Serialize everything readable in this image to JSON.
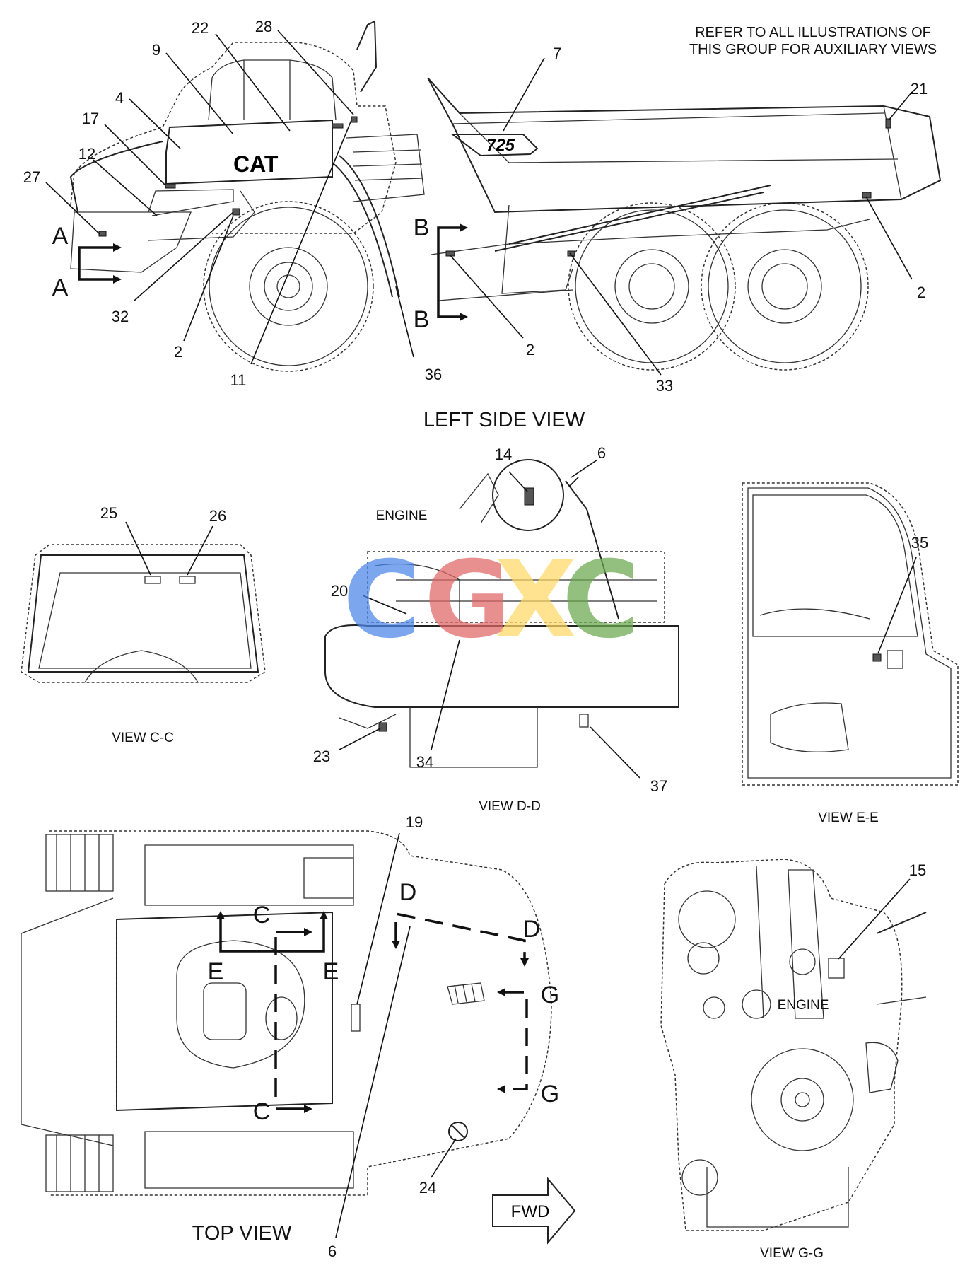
{
  "note": {
    "line1": "REFER TO ALL ILLUSTRATIONS OF",
    "line2": "THIS GROUP FOR AUXILIARY VIEWS"
  },
  "views": {
    "left_side": "LEFT SIDE VIEW",
    "view_cc": "VIEW C-C",
    "view_dd": "VIEW D-D",
    "view_ee": "VIEW E-E",
    "top": "TOP VIEW",
    "view_gg": "VIEW G-G"
  },
  "labels": {
    "engine_dd": "ENGINE",
    "engine_gg": "ENGINE",
    "fwd": "FWD",
    "brand": "CAT",
    "model": "725"
  },
  "section_markers": {
    "a": "A",
    "b": "B",
    "c": "C",
    "d": "D",
    "e": "E",
    "g": "G"
  },
  "callouts": {
    "left_side": [
      "22",
      "28",
      "9",
      "4",
      "17",
      "12",
      "27",
      "32",
      "2",
      "11",
      "7",
      "21",
      "36",
      "2",
      "33",
      "2"
    ],
    "view_cc": [
      "25",
      "26"
    ],
    "view_dd": [
      "14",
      "6",
      "20",
      "23",
      "34",
      "37"
    ],
    "view_ee": [
      "35"
    ],
    "top": [
      "19",
      "24",
      "6"
    ],
    "view_gg": [
      "15"
    ]
  },
  "watermark": {
    "letters": [
      "C",
      "G",
      "X",
      "C"
    ],
    "colors": [
      "#4a86e8",
      "#e06666",
      "#ffd966",
      "#6aa84f"
    ]
  }
}
